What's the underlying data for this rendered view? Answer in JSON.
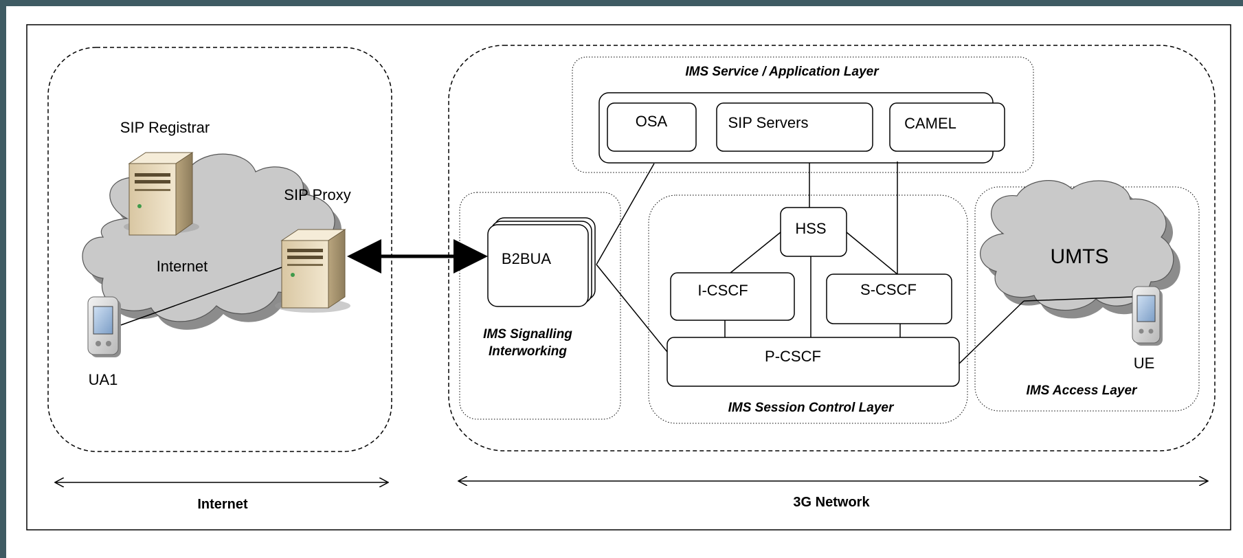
{
  "internet_domain": {
    "sip_registrar_label": "SIP Registrar",
    "sip_proxy_label": "SIP Proxy",
    "cloud_label": "Internet",
    "ua1_label": "UA1",
    "span_label": "Internet"
  },
  "network_domain": {
    "span_label": "3G Network",
    "service_layer": {
      "title": "IMS Service / Application Layer",
      "osa_label": "OSA",
      "sip_servers_label": "SIP Servers",
      "camel_label": "CAMEL"
    },
    "signalling_interworking": {
      "title_line1": "IMS Signalling",
      "title_line2": "Interworking",
      "b2bua_label": "B2BUA"
    },
    "session_control_layer": {
      "title": "IMS Session Control Layer",
      "hss_label": "HSS",
      "icscf_label": "I-CSCF",
      "scscf_label": "S-CSCF",
      "pcscf_label": "P-CSCF"
    },
    "access_layer": {
      "title": "IMS Access Layer",
      "umts_label": "UMTS",
      "ue_label": "UE"
    }
  }
}
